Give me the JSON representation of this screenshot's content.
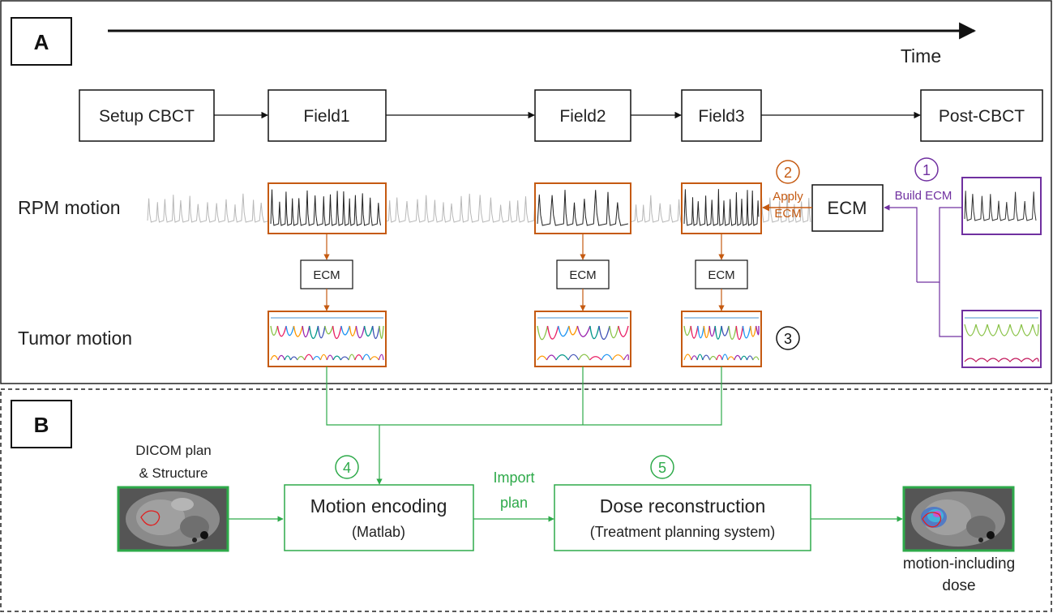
{
  "panel_a": {
    "label": "A",
    "time_label": "Time",
    "stages": [
      "Setup CBCT",
      "Field1",
      "Field2",
      "Field3",
      "Post-CBCT"
    ],
    "rpm_label": "RPM motion",
    "tumor_label": "Tumor motion",
    "ecm_label": "ECM",
    "ecm_small_label": "ECM",
    "step1_num": "1",
    "step1_label": "Build ECM",
    "step2_num": "2",
    "step2_line1": "Apply",
    "step2_line2": "ECM",
    "step3_num": "3"
  },
  "panel_b": {
    "label": "B",
    "dicom_line1": "DICOM plan",
    "dicom_line2": "& Structure",
    "step4_num": "4",
    "motion_encoding": "Motion encoding",
    "matlab": "(Matlab)",
    "import_line1": "Import",
    "import_line2": "plan",
    "step5_num": "5",
    "dose_recon": "Dose reconstruction",
    "tps": "(Treatment planning system)",
    "output_line1": "motion-including",
    "output_line2": "dose"
  },
  "colors": {
    "orange": "#c55a11",
    "purple": "#7030a0",
    "green": "#2eaa4a",
    "text": "#222222"
  }
}
